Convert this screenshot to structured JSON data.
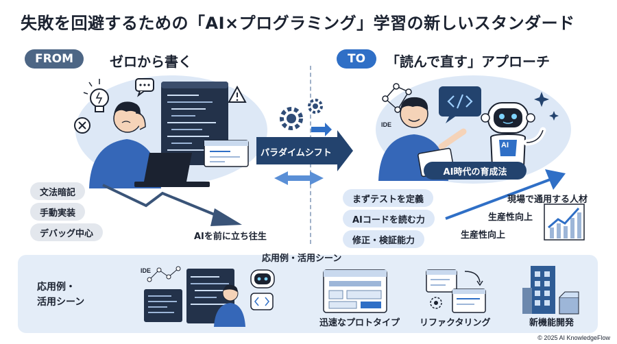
{
  "title": "失敗を回避するための「AI×プログラミング」学習の新しいスタンダード",
  "from": {
    "badge": "FROM",
    "heading": "ゼロから書く",
    "tags": [
      "文法暗記",
      "手動実装",
      "デバッグ中心"
    ],
    "outcome": "AIを前に立ち往生"
  },
  "shift": {
    "label": "パラダイムシフト"
  },
  "to": {
    "badge": "TO",
    "heading": "「読んで直す」アプローチ",
    "ide_label": "IDE",
    "era_badge": "AI時代の育成法",
    "ai_label": "AI",
    "tags": [
      "まずテストを定義",
      "AIコードを読む力",
      "修正・検証能力"
    ],
    "outcomes": [
      "現場で通用する人材",
      "生産性向上",
      "生産性向上"
    ]
  },
  "use_cases": {
    "caption": "応用例・活用シーン",
    "side_label_lines": [
      "応用例・",
      "活用シーン"
    ],
    "ide_label": "IDE",
    "items": [
      "迅速なプロトタイプ",
      "リファクタリング",
      "新機能開発"
    ]
  },
  "footer": {
    "copyright": "© 2025 AI KnowledgeFlow"
  },
  "colors": {
    "navy": "#23436e",
    "accent_blue": "#2f6fc6",
    "slate": "#4d6685",
    "light_blue": "#dde8f6",
    "panel": "#e4edf8"
  }
}
